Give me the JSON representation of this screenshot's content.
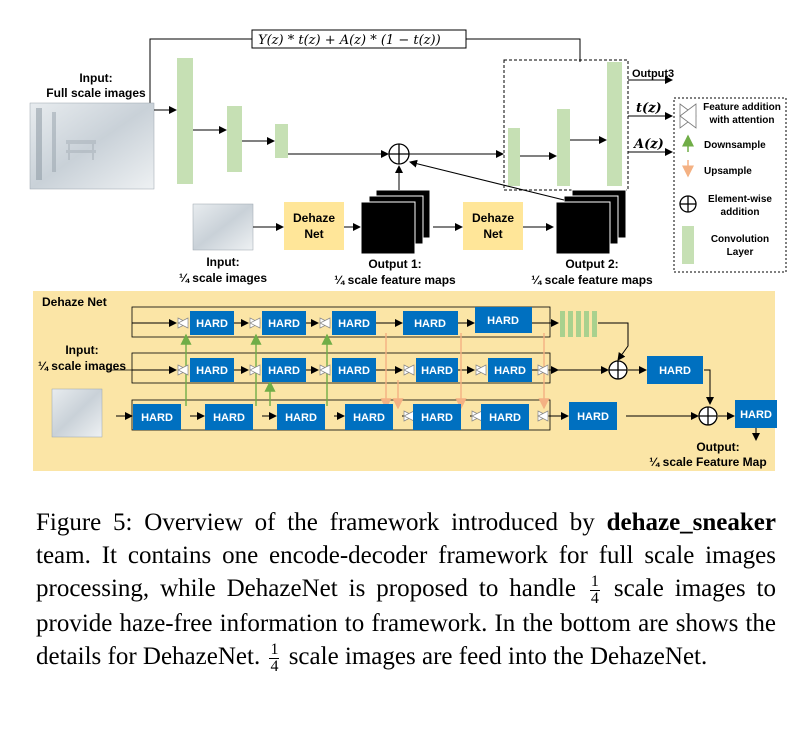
{
  "diagram": {
    "formula": "Y(z) * t(z) + A(z) * (1 − t(z))",
    "input_full": [
      "Input:",
      "Full scale images"
    ],
    "input_quarter": [
      "Input:",
      "¼ scale images"
    ],
    "dehaze_net_box": [
      "Dehaze",
      "Net"
    ],
    "output1": [
      "Output 1:",
      "¼ scale feature maps"
    ],
    "output2": [
      "Output 2:",
      "¼ scale feature maps"
    ],
    "output3": "Output3",
    "t_label": "t(z)",
    "a_label": "A(z)",
    "legend": {
      "feature_addition": [
        "Feature addition",
        "with attention"
      ],
      "downsample": "Downsample",
      "upsample": "Upsample",
      "element_wise": [
        "Element-wise",
        "addition"
      ],
      "conv": [
        "Convolution",
        "Layer"
      ]
    },
    "bottom_title": "Dehaze Net",
    "bottom_input": [
      "Input:",
      "¼ scale images"
    ],
    "hard_label": "HARD",
    "bottom_output": [
      "Output:",
      "¼ scale Feature Map"
    ],
    "colors": {
      "conv_green": "#c6e0b4",
      "dehaze_yellow": "#ffe699",
      "panel_yellow": "#fbe5a6",
      "hard_blue": "#0070c0",
      "up_orange": "#f4b183",
      "down_green": "#70ad47"
    }
  },
  "caption": {
    "figure_label": "Figure 5:",
    "text_before": " Overview of the framework introduced by ",
    "team": "dehaze_sneaker",
    "text_after": " team. It contains one encode-decoder framework for full scale images processing, while DehazeNet is proposed to handle ",
    "frac_num": "1",
    "frac_den": "4",
    "text_mid": " scale images to provide haze-free information to framework. In the bottom are shows the details for DehazeNet. ",
    "text_end": " scale images are feed into the DehazeNet."
  }
}
